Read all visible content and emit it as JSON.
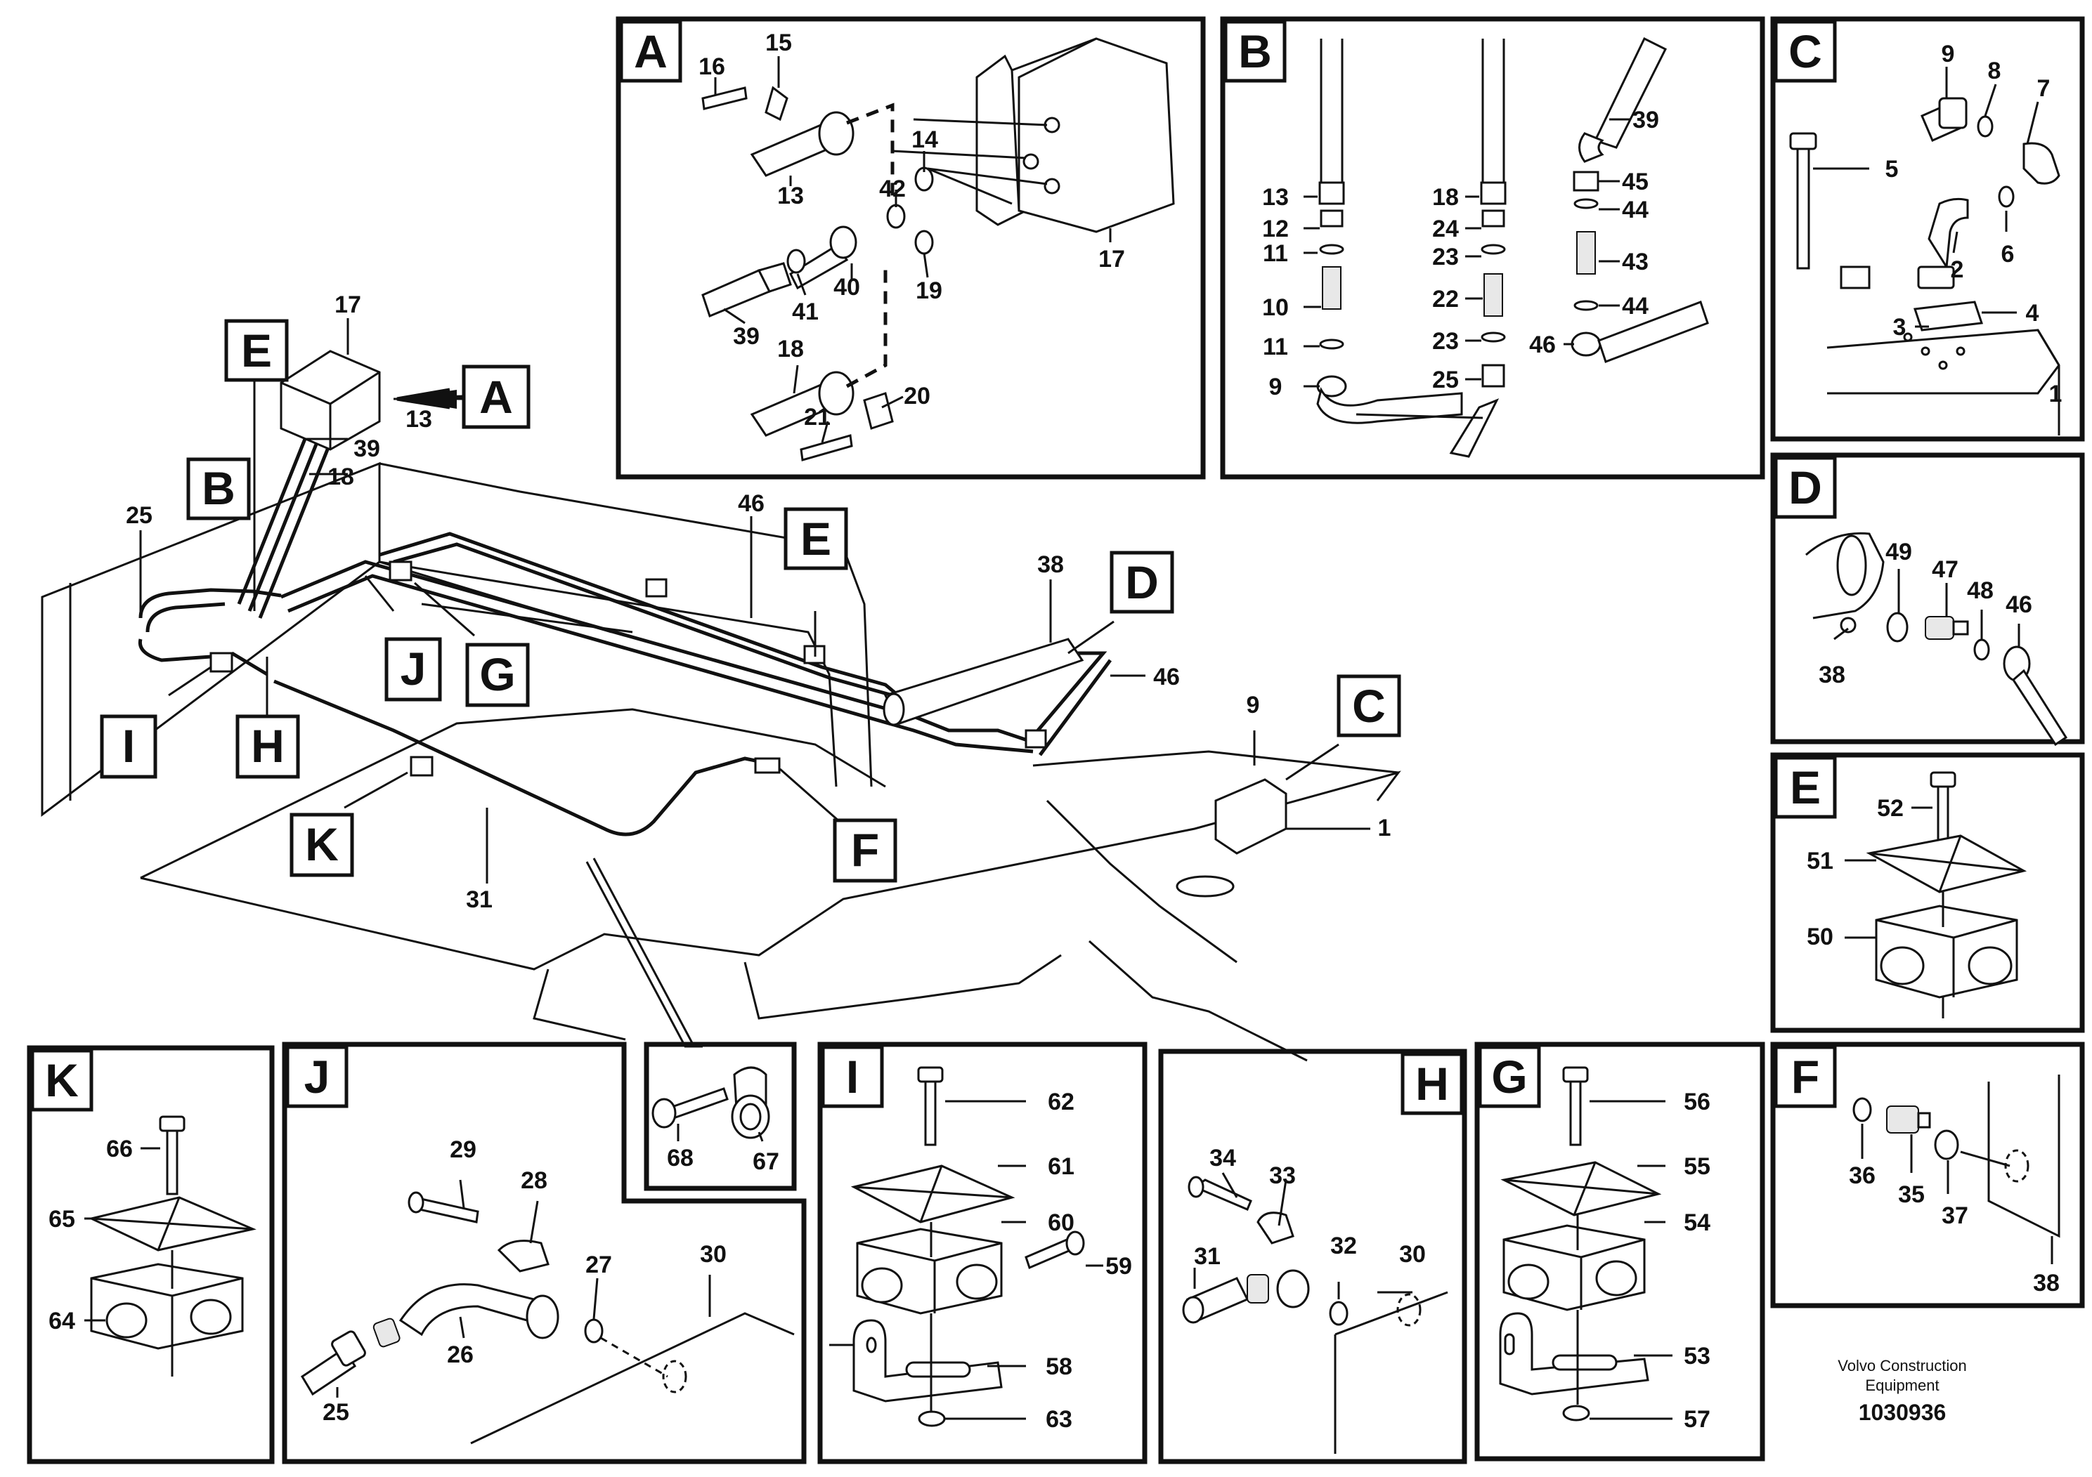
{
  "footer": {
    "brand_line1": "Volvo Construction",
    "brand_line2": "Equipment",
    "drawing_number": "1030936"
  },
  "detail_views": [
    "A",
    "B",
    "C",
    "D",
    "E",
    "F",
    "G",
    "H",
    "I",
    "J",
    "K"
  ],
  "main_labels": [
    "17",
    "13",
    "39",
    "18",
    "25",
    "46",
    "38",
    "46",
    "9",
    "1",
    "31"
  ],
  "callouts": {
    "A": [
      "16",
      "15",
      "14",
      "42",
      "13",
      "40",
      "41",
      "39",
      "19",
      "17",
      "18",
      "20",
      "21"
    ],
    "B": [
      "13",
      "12",
      "11",
      "10",
      "11",
      "9",
      "18",
      "24",
      "23",
      "22",
      "23",
      "25",
      "39",
      "45",
      "44",
      "43",
      "44",
      "46"
    ],
    "C": [
      "9",
      "8",
      "7",
      "5",
      "6",
      "2",
      "3",
      "4",
      "1"
    ],
    "D": [
      "49",
      "47",
      "48",
      "46",
      "38"
    ],
    "E": [
      "52",
      "51",
      "50"
    ],
    "F": [
      "36",
      "35",
      "37",
      "38"
    ],
    "G": [
      "56",
      "55",
      "54",
      "53",
      "57"
    ],
    "H": [
      "34",
      "33",
      "31",
      "32",
      "30"
    ],
    "I": [
      "62",
      "61",
      "60",
      "59",
      "58",
      "63"
    ],
    "J": [
      "29",
      "28",
      "27",
      "30",
      "26",
      "25"
    ],
    "K": [
      "66",
      "65",
      "64"
    ],
    "clip": [
      "68",
      "67"
    ]
  }
}
